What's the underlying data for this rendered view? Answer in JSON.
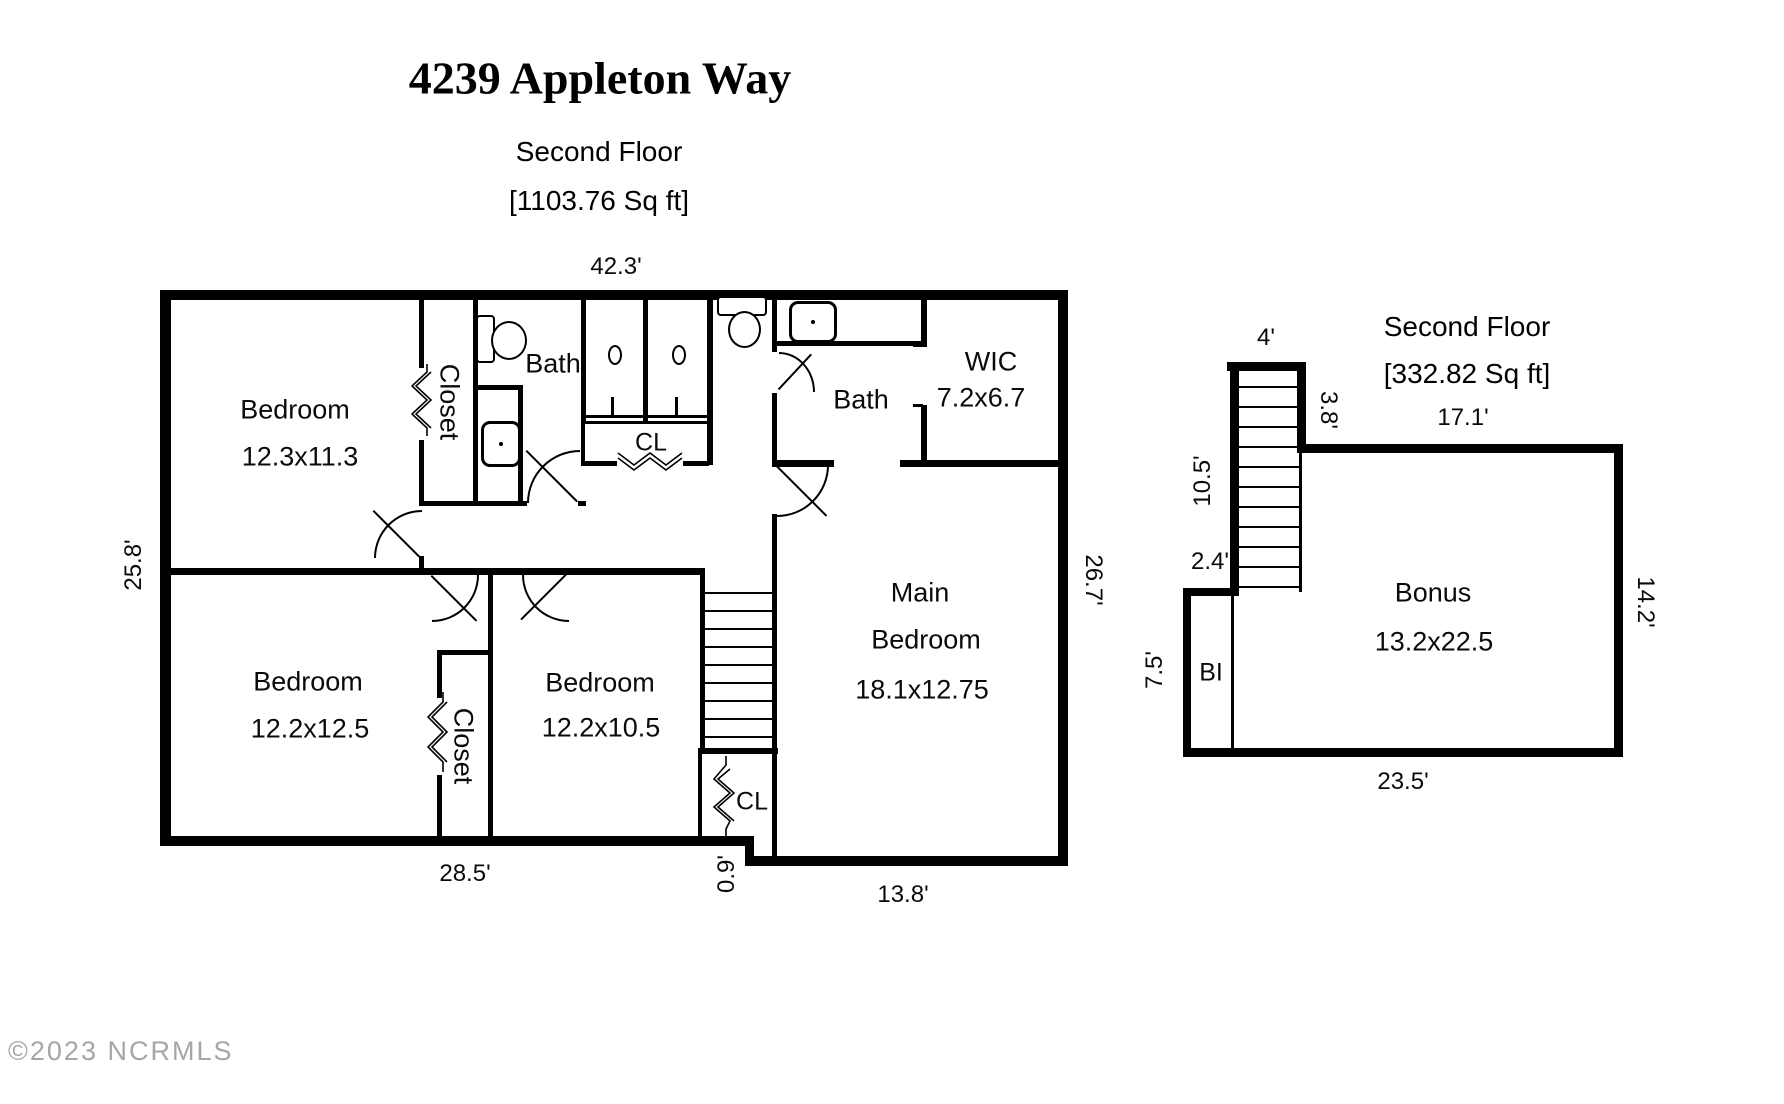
{
  "header": {
    "title": "4239 Appleton Way",
    "subtitle": "Second Floor",
    "area": "[1103.76 Sq ft]"
  },
  "watermark": "©2023 NCRMLS",
  "main_plan": {
    "dims": {
      "top": "42.3'",
      "left": "25.8'",
      "right": "26.7'",
      "bottom_left": "28.5'",
      "step": "0.9'",
      "bottom_right": "13.8'"
    },
    "rooms": {
      "bedroom_top_left": {
        "name": "Bedroom",
        "size": "12.3x11.3"
      },
      "bedroom_bottom_left": {
        "name": "Bedroom",
        "size": "12.2x12.5"
      },
      "bedroom_bottom_mid": {
        "name": "Bedroom",
        "size": "12.2x10.5"
      },
      "main_bedroom": {
        "name_line1": "Main",
        "name_line2": "Bedroom",
        "size": "18.1x12.75"
      },
      "bath_left": {
        "name": "Bath"
      },
      "bath_right": {
        "name": "Bath"
      },
      "wic": {
        "name": "WIC",
        "size": "7.2x6.7"
      },
      "closet_top": {
        "name": "Closet"
      },
      "closet_bottom": {
        "name": "Closet"
      },
      "cl_top": {
        "name": "CL"
      },
      "cl_bottom": {
        "name": "CL"
      }
    }
  },
  "right_plan": {
    "title": "Second Floor",
    "area": "[332.82 Sq ft]",
    "dims": {
      "stairs_width": "4'",
      "stairs_right": "3.8'",
      "top": "17.1'",
      "stairs_left": "10.5'",
      "offset": "2.4'",
      "bi_height": "7.5'",
      "right": "14.2'",
      "bottom": "23.5'"
    },
    "rooms": {
      "bonus": {
        "name": "Bonus",
        "size": "13.2x22.5"
      },
      "bi": {
        "name": "BI"
      }
    }
  }
}
